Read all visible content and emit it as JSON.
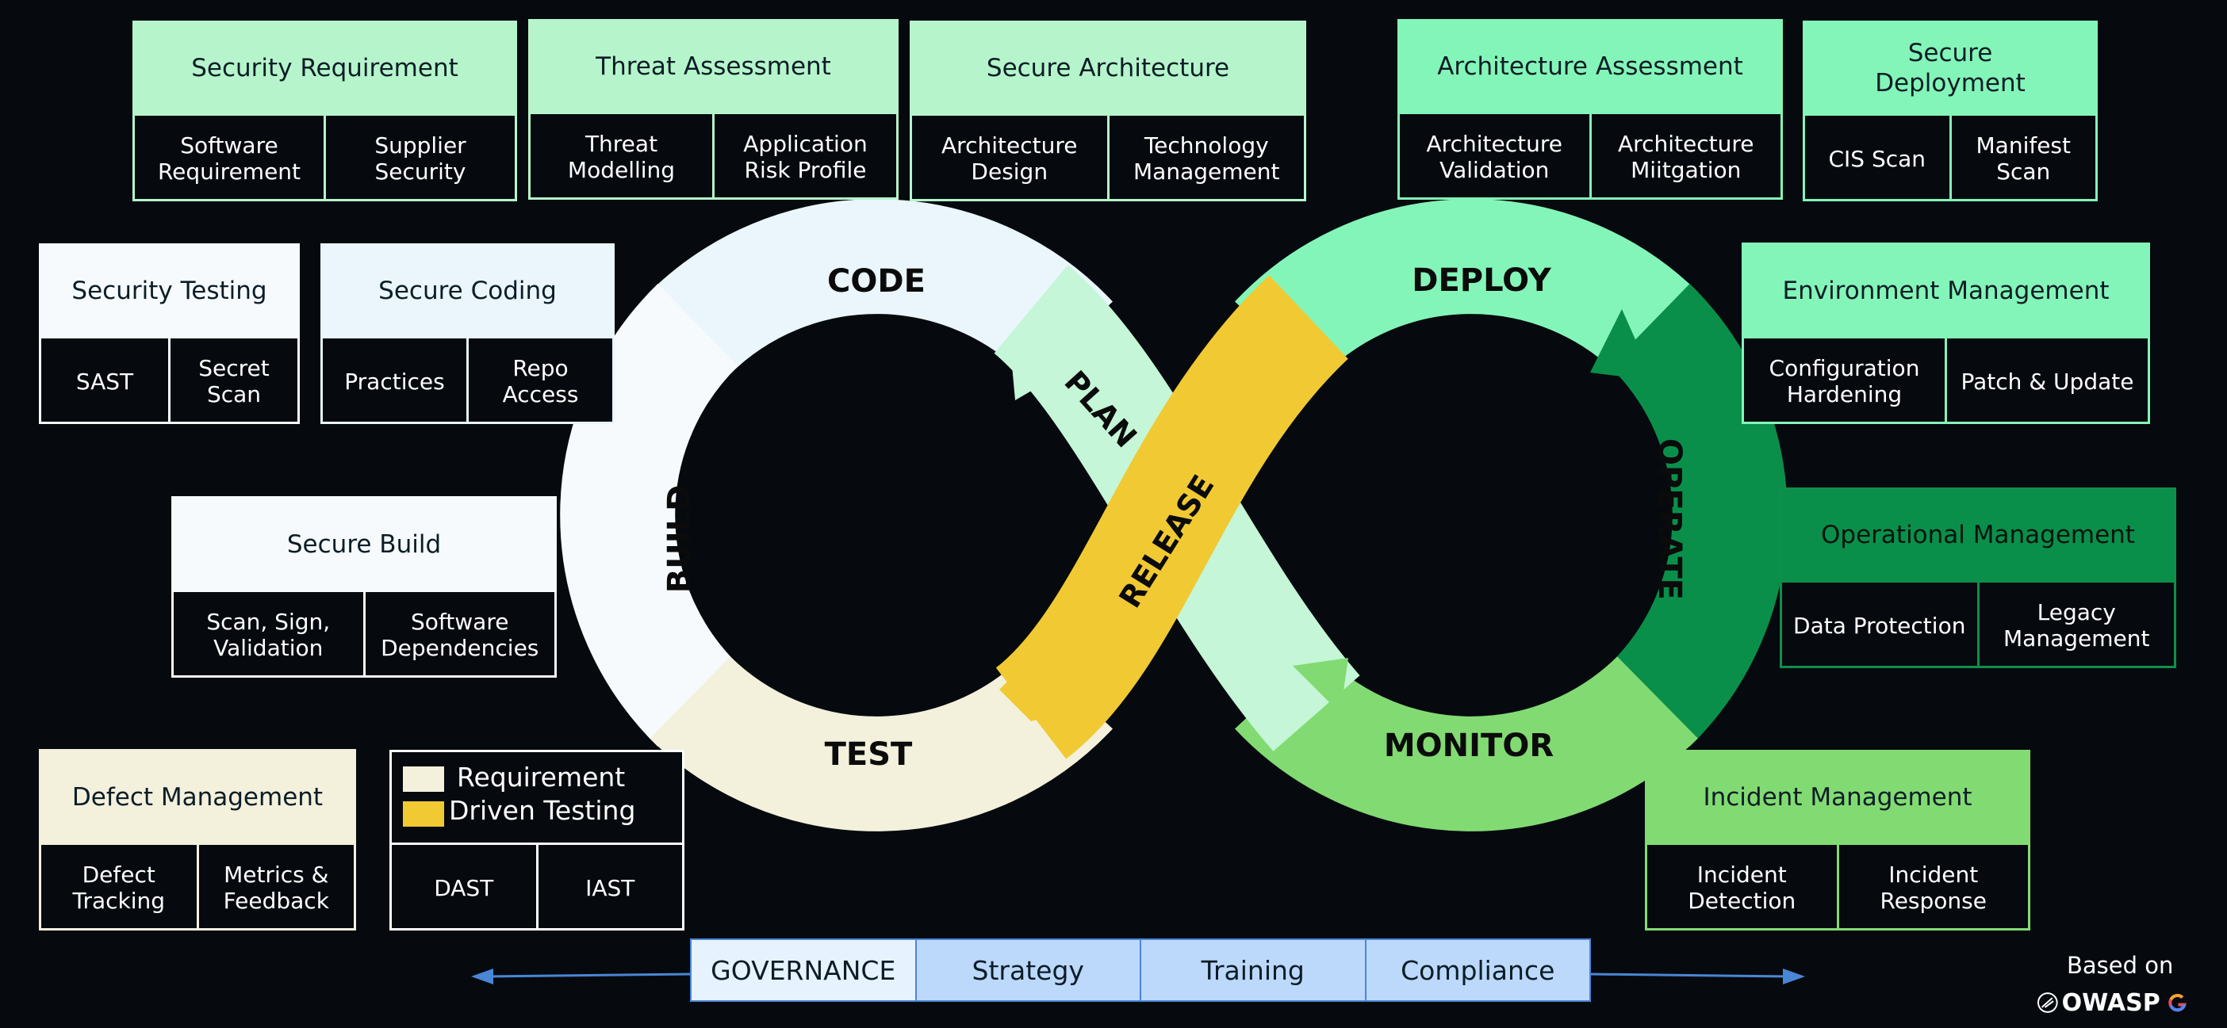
{
  "cards": {
    "security_requirement": {
      "title": "Security Requirement",
      "items": [
        "Software Requirement",
        "Supplier Security"
      ]
    },
    "threat_assessment": {
      "title": "Threat Assessment",
      "items": [
        "Threat Modelling",
        "Application Risk Profile"
      ]
    },
    "secure_architecture": {
      "title": "Secure Architecture",
      "items": [
        "Architecture Design",
        "Technology Management"
      ]
    },
    "architecture_assessment": {
      "title": "Architecture Assessment",
      "items": [
        "Architecture Validation",
        "Architecture Miitgation"
      ]
    },
    "secure_deployment": {
      "title": "Secure Deployment",
      "items": [
        "CIS Scan",
        "Manifest Scan"
      ]
    },
    "security_testing": {
      "title": "Security Testing",
      "items": [
        "SAST",
        "Secret Scan"
      ]
    },
    "secure_coding": {
      "title": "Secure Coding",
      "items": [
        "Practices",
        "Repo Access"
      ]
    },
    "environment_management": {
      "title": "Environment Management",
      "items": [
        "Configuration Hardening",
        "Patch & Update"
      ]
    },
    "secure_build": {
      "title": "Secure Build",
      "items": [
        "Scan, Sign, Validation",
        "Software Dependencies"
      ]
    },
    "operational_management": {
      "title": "Operational Management",
      "items": [
        "Data Protection",
        "Legacy Management"
      ]
    },
    "defect_management": {
      "title": "Defect Management",
      "items": [
        "Defect Tracking",
        "Metrics & Feedback"
      ]
    },
    "requirement_driven_testing": {
      "title_line1": "Requirement",
      "title_line2": "Driven Testing",
      "items": [
        "DAST",
        "IAST"
      ]
    },
    "incident_management": {
      "title": "Incident Management",
      "items": [
        "Incident Detection",
        "Incident Response"
      ]
    }
  },
  "loop": {
    "code": "CODE",
    "plan": "PLAN",
    "release": "RELEASE",
    "deploy": "DEPLOY",
    "operate": "OPERATE",
    "monitor": "MONITOR",
    "test": "TEST",
    "build": "BUILD"
  },
  "governance": {
    "items": [
      "GOVERNANCE",
      "Strategy",
      "Training",
      "Compliance"
    ]
  },
  "footer": {
    "based_on": "Based on",
    "brand": "OWASP"
  },
  "colors": {
    "code": "#eaf6fb",
    "build": "#f6fafd",
    "test": "#f3f0dc",
    "plan": "#c4f6d7",
    "release": "#f1c933",
    "deploy": "#84f5b8",
    "operate": "#0a8f4b",
    "monitor": "#82db72",
    "bg": "#060a0f"
  }
}
